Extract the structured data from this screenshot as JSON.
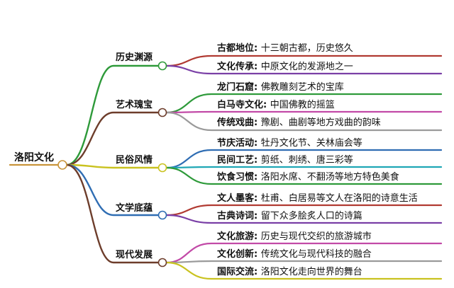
{
  "root": {
    "label": "洛阳文化",
    "color": "#c8943a"
  },
  "branches": [
    {
      "label": "历史渊源",
      "color": "#2e9a3a",
      "items": [
        {
          "key": "古都地位",
          "value": "十三朝古都，历史悠久",
          "color": "#b13a32"
        },
        {
          "key": "文化传承",
          "value": "中原文化的发源地之一",
          "color": "#7a3fa6"
        }
      ]
    },
    {
      "label": "艺术瑰宝",
      "color": "#6d3d2b",
      "items": [
        {
          "key": "龙门石窟",
          "value": "佛教雕刻艺术的宝库",
          "color": "#2e9a3a"
        },
        {
          "key": "白马寺文化",
          "value": "中国佛教的摇篮",
          "color": "#c24aa7"
        },
        {
          "key": "传统戏曲",
          "value": "豫剧、曲剧等地方戏曲的韵味",
          "color": "#9a9a9a"
        }
      ]
    },
    {
      "label": "民俗风情",
      "color": "#c9c21f",
      "items": [
        {
          "key": "节庆活动",
          "value": "牡丹文化节、关林庙会等",
          "color": "#2f6db3"
        },
        {
          "key": "民间工艺",
          "value": "剪纸、刺绣、唐三彩等",
          "color": "#1fa7b5"
        },
        {
          "key": "饮食习惯",
          "value": "洛阳水席、不翻汤等地方特色美食",
          "color": "#2e9a3a"
        }
      ]
    },
    {
      "label": "文学底蕴",
      "color": "#2f6db3",
      "items": [
        {
          "key": "文人墨客",
          "value": "杜甫、白居易等文人在洛阳的诗意生活",
          "color": "#b13a32"
        },
        {
          "key": "古典诗词",
          "value": "留下众多脍炙人口的诗篇",
          "color": "#7a3fa6"
        }
      ]
    },
    {
      "label": "现代发展",
      "color": "#6d3d2b",
      "items": [
        {
          "key": "文化旅游",
          "value": "历史与现代交织的旅游城市",
          "color": "#c24aa7"
        },
        {
          "key": "文化创新",
          "value": "传统文化与现代科技的融合",
          "color": "#9a9a9a"
        },
        {
          "key": "国际交流",
          "value": "洛阳文化走向世界的舞台",
          "color": "#c9c21f"
        }
      ]
    }
  ]
}
